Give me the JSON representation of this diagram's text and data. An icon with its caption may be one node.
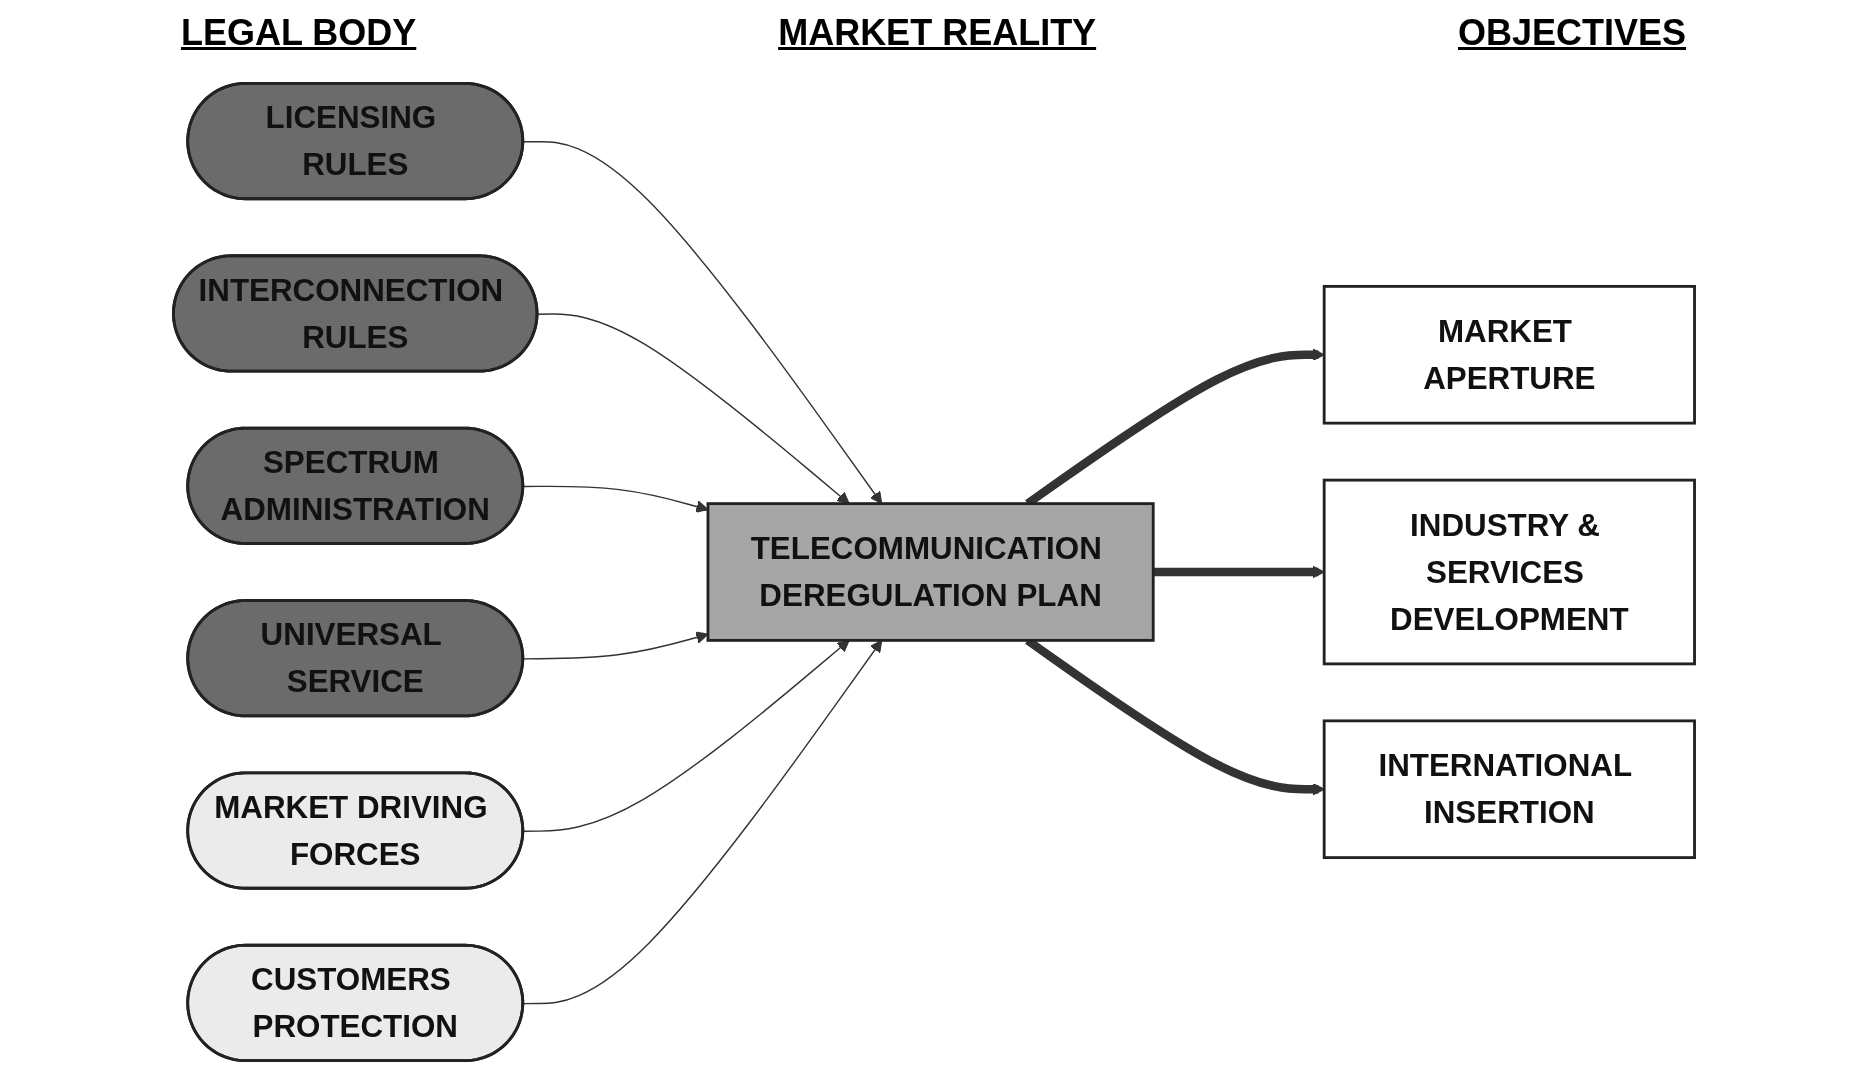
{
  "diagram": {
    "nodes": [
      {
        "text": [
          "LICENSING RULES"
        ]
      },
      {
        "text": [
          "INTERCONNECTION RULES"
        ]
      },
      {
        "text": [
          "SPECTRUM ADMINISTRATION"
        ]
      },
      {
        "text": [
          "UNIVERSAL SERVICE"
        ]
      },
      {
        "text": [
          "MARKET DRIVING FORCES"
        ]
      },
      {
        "text": [
          "TELECOMMUNICATION DEREGULATION PLAN"
        ]
      },
      {
        "text": [
          "CUSTOMERS PROTECTION"
        ]
      },
      {
        "text": [
          "MARKET APERTURE"
        ]
      },
      {
        "text": [
          "INDUSTRY & SERVICES DEVELOPMENT"
        ]
      },
      {
        "text": [
          "INTERNATIONAL INSERTION"
        ]
      }
    ],
    "edges": [
      {
        "from": 0,
        "to": 5,
        "arrow": "to"
      },
      {
        "from": 1,
        "to": 5,
        "arrow": "to"
      },
      {
        "from": 2,
        "to": 5,
        "arrow": "to"
      },
      {
        "from": 3,
        "to": 5,
        "arrow": "to"
      },
      {
        "from": 4,
        "to": 5,
        "arrow": "to"
      },
      {
        "from": 6,
        "to": 5,
        "arrow": "to"
      },
      {
        "from": 5,
        "to": 7,
        "arrow": "to",
        "style": "thick",
        "color": "#333333"
      },
      {
        "from": 5,
        "to": 8,
        "arrow": "to",
        "style": "thick",
        "color": "#333333"
      },
      {
        "from": 5,
        "to": 9,
        "arrow": "to",
        "style": "thick",
        "color": "#333333"
      }
    ],
    "labels": [
      "LEGAL BODY",
      "MARKET REALITY",
      "OBJECTIVES"
    ]
  }
}
